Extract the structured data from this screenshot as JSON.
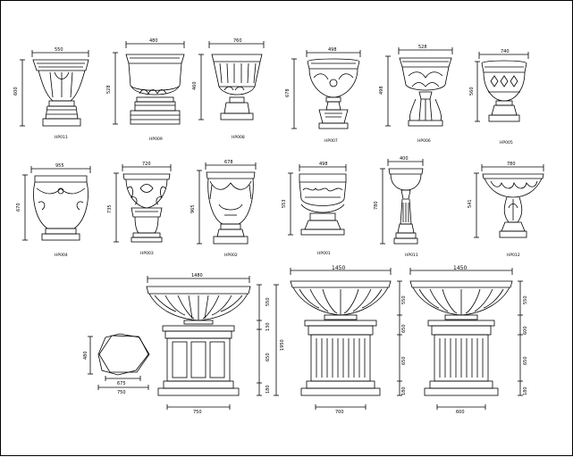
{
  "drawing": {
    "row1": [
      {
        "code": "HP011",
        "width_dim": "550",
        "height_dim": "600"
      },
      {
        "code": "HP009",
        "width_dim": "480",
        "height_dim": "528"
      },
      {
        "code": "HP008",
        "width_dim": "760",
        "height_dim": "460"
      },
      {
        "code": "HP007",
        "width_dim": "498",
        "height_dim": "678"
      },
      {
        "code": "HP006",
        "width_dim": "528",
        "height_dim": "498"
      },
      {
        "code": "HP005",
        "width_dim": "740",
        "height_dim": "560"
      }
    ],
    "row2": [
      {
        "code": "HP004",
        "width_dim": "955",
        "height_dim": "670"
      },
      {
        "code": "HP003",
        "width_dim": "720",
        "height_dim": "735"
      },
      {
        "code": "HP002",
        "width_dim": "678",
        "height_dim": "965"
      },
      {
        "code": "HP001",
        "width_dim": "498",
        "height_dim": "553"
      },
      {
        "code": "HP011",
        "width_dim": "400",
        "height_dim": "780"
      },
      {
        "code": "HP012",
        "width_dim": "780",
        "height_dim": "541"
      }
    ],
    "hexagon": {
      "inner_dim": "675",
      "outer_dim": "750",
      "height_dim": "480"
    },
    "pedestal1": {
      "top_dim": "1480",
      "base_dim": "750",
      "total_dim": "1950",
      "seg1": "550",
      "seg2": "130",
      "seg3": "650",
      "seg4": "180"
    },
    "pedestal2": {
      "top_dim": "1450",
      "base_dim": "700",
      "seg1": "550",
      "seg2": "650",
      "seg3": "650",
      "seg4": "180"
    },
    "pedestal3": {
      "top_dim": "1450",
      "base_dim": "600",
      "seg1": "550",
      "seg2": "600",
      "seg3": "650",
      "seg4": "180"
    }
  }
}
